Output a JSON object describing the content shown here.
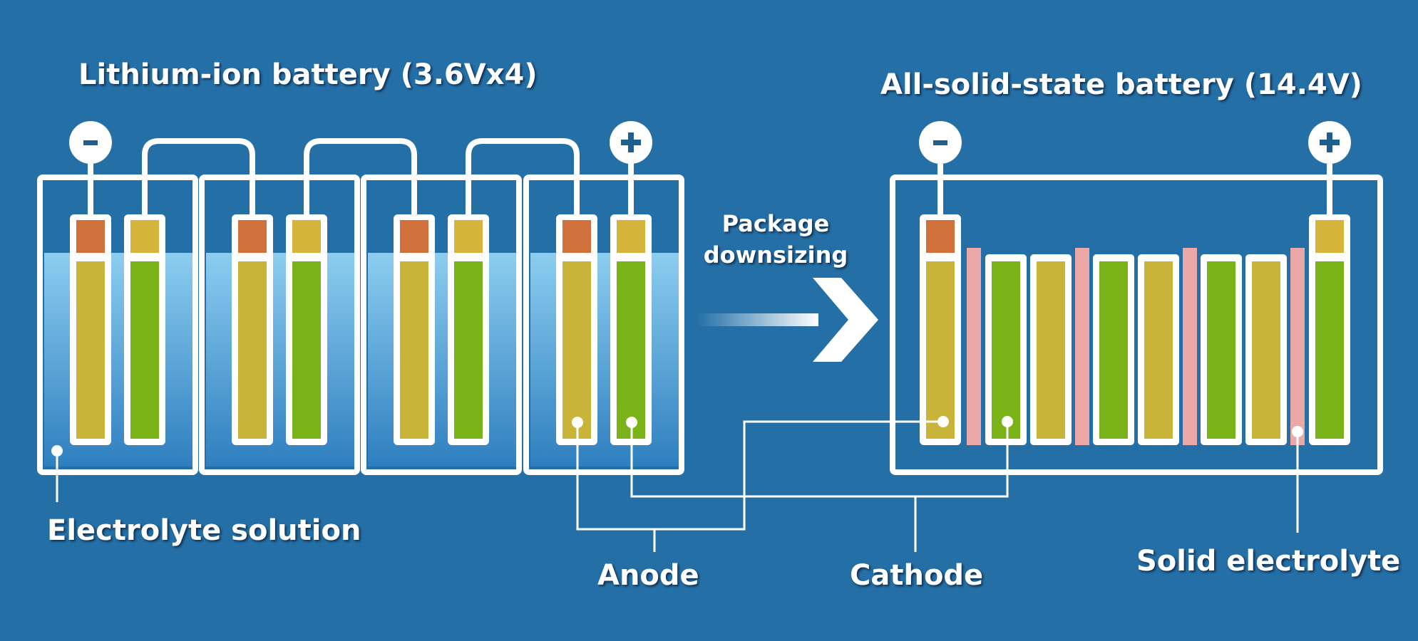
{
  "titles": {
    "lithium_ion": "Lithium-ion battery   (3.6Vx4)",
    "solid_state": "All-solid-state battery (14.4V)"
  },
  "arrow_label": {
    "line1": "Package",
    "line2": "downsizing"
  },
  "callouts": {
    "electrolyte_solution": "Electrolyte solution",
    "anode": "Anode",
    "cathode": "Cathode",
    "solid_electrolyte": "Solid electrolyte"
  },
  "terminals": {
    "negative": "−",
    "positive": "+"
  },
  "colors": {
    "background": "#2470a6",
    "anode": "#c9b43a",
    "cathode": "#7ab317",
    "current_collector_negative": "#d0703a",
    "current_collector_positive": "#d4b43a",
    "solid_electrolyte": "#eba8a6",
    "liquid_electrolyte": "#7cc3ea",
    "outline": "#ffffff"
  }
}
